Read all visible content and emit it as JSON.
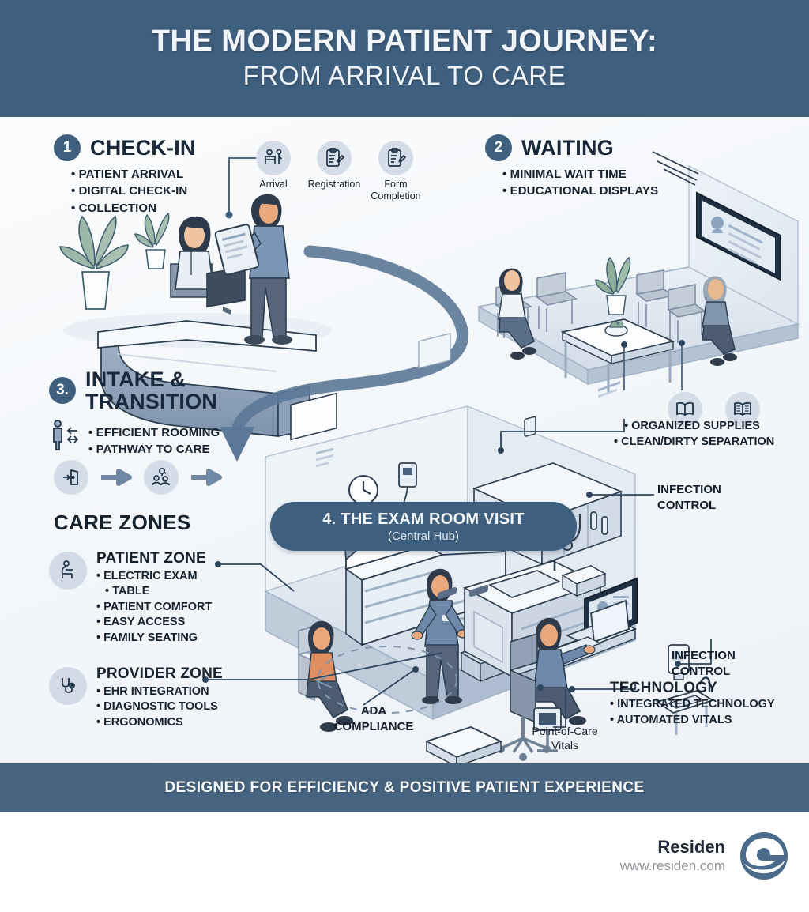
{
  "header": {
    "title_line1": "THE MODERN PATIENT JOURNEY:",
    "title_line2": "FROM ARRIVAL TO CARE"
  },
  "steps": [
    {
      "number": "1",
      "title": "CHECK-IN",
      "bullets": [
        "PATIENT ARRIVAL",
        "DIGITAL CHECK-IN",
        "COLLECTION"
      ]
    },
    {
      "number": "2",
      "title": "WAITING",
      "bullets": [
        "MINIMAL WAIT TIME",
        "EDUCATIONAL DISPLAYS"
      ]
    },
    {
      "number": "3.",
      "title_line1": "INTAKE &",
      "title_line2": "TRANSITION",
      "bullets": [
        "EFFICIENT ROOMING",
        "PATHWAY TO CARE"
      ]
    }
  ],
  "checkin_icons": [
    {
      "icon": "person-at-desk-icon",
      "caption": "Arrival"
    },
    {
      "icon": "clipboard-pen-icon",
      "caption": "Registration"
    },
    {
      "icon": "clipboard-pen-icon",
      "caption_line1": "Form",
      "caption_line2": "Completion"
    }
  ],
  "exam_banner": {
    "title": "4.  THE EXAM ROOM VISIT",
    "subtitle": "(Central Hub)"
  },
  "care_zones": {
    "section_title": "CARE ZONES",
    "zones": [
      {
        "icon": "seated-person-icon",
        "title": "PATIENT ZONE",
        "bullets": [
          "ELECTRIC EXAM",
          "TABLE",
          "PATIENT COMFORT",
          "EASY ACCESS",
          "FAMILY SEATING"
        ]
      },
      {
        "icon": "stethoscope-icon",
        "title": "PROVIDER ZONE",
        "bullets": [
          "EHR INTEGRATION",
          "DIAGNOSTIC TOOLS",
          "ERGONOMICS"
        ]
      }
    ]
  },
  "callouts": {
    "supplies": [
      "ORGANIZED SUPPLIES",
      "CLEAN/DIRTY SEPARATION"
    ],
    "infection_control_top_line1": "INFECTION",
    "infection_control_top_line2": "CONTROL",
    "infection_control_bottom_line1": "INFECTION",
    "infection_control_bottom_line2": "CONTROL",
    "technology_title": "TECHNOLOGY",
    "technology_bullets": [
      "INTEGRATED TECHNOLOGY",
      "AUTOMATED VITALS"
    ],
    "ada_line1": "ADA",
    "ada_line2": "COMPLIANCE",
    "vitals_line1": "Point-of-Care",
    "vitals_line2": "Vitals"
  },
  "footer": {
    "tagline": "DESIGNED FOR EFFICIENCY & POSITIVE PATIENT EXPERIENCE",
    "brand_name": "Residen",
    "brand_url": "www.residen.com",
    "logo_icon": "residen-wave-logo-icon"
  },
  "colors": {
    "header_blue": "#3f5f7f",
    "footer_blue": "#46637f",
    "dark_text": "#16232f",
    "icon_bg": "#d4dde7",
    "canvas_bg": "#f2f6fa",
    "illustration_line": "#2c3e50",
    "illustration_fill": "#c9d4e0",
    "skin": "#e8a87c",
    "scrub_blue": "#6d88a8"
  }
}
